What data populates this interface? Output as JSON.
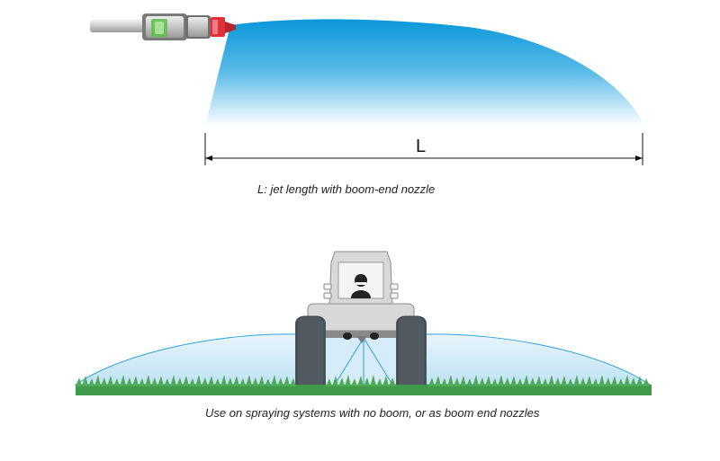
{
  "diagram": {
    "dimension_label": "L",
    "caption_top": "L: jet length with boom-end nozzle",
    "caption_bottom": "Use on spraying systems with no boom, or as boom end nozzles"
  },
  "colors": {
    "spray_top": "#0a97d9",
    "spray_light": "#cfe9f7",
    "spray_outline": "#2aa3d8",
    "nozzle_red": "#e0303a",
    "nozzle_green": "#5cbf4a",
    "tractor_body": "#d8d8d8",
    "tire": "#505a60",
    "grass": "#3f9a4a"
  },
  "icons": {
    "nozzle": "boom-end-nozzle-icon",
    "tractor": "tractor-icon",
    "driver": "driver-icon"
  }
}
